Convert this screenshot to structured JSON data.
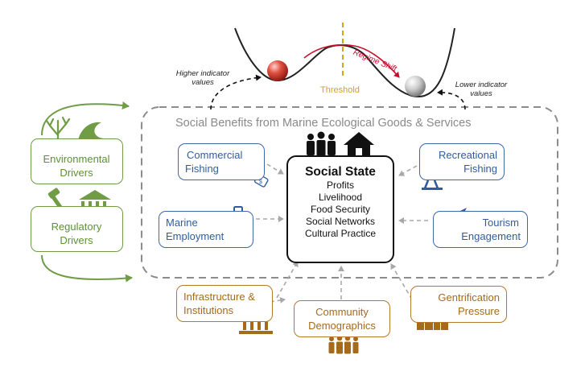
{
  "frame_title": "Social Benefits from Marine Ecological Goods & Services",
  "regime": {
    "threshold_label": "Threshold",
    "shift_label": "Regime Shift",
    "higher_label": [
      "Higher indicator",
      "values"
    ],
    "lower_label": [
      "Lower indicator",
      "values"
    ]
  },
  "drivers": {
    "environmental": [
      "Environmental",
      "Drivers"
    ],
    "regulatory": [
      "Regulatory",
      "Drivers"
    ]
  },
  "services": {
    "commercial_fishing": [
      "Commercial",
      "Fishing"
    ],
    "recreational_fishing": [
      "Recreational",
      "Fishing"
    ],
    "marine_employment": [
      "Marine",
      "Employment"
    ],
    "tourism_engagement": [
      "Tourism",
      "Engagement"
    ]
  },
  "social_state": {
    "title": "Social State",
    "items": [
      "Profits",
      "Livelihood",
      "Food Security",
      "Social Networks",
      "Cultural Practice"
    ]
  },
  "external": {
    "infrastructure": [
      "Infrastructure &",
      "Institutions"
    ],
    "demographics": [
      "Community",
      "Demographics"
    ],
    "gentrification": [
      "Gentrification",
      "Pressure"
    ]
  },
  "colors": {
    "green": "#5c9135",
    "blue": "#2f5d9e",
    "brown": "#a56a1a",
    "dashed_frame": "#8c8c8c",
    "threshold": "#d4a514",
    "regime_shift": "#c8102e"
  }
}
